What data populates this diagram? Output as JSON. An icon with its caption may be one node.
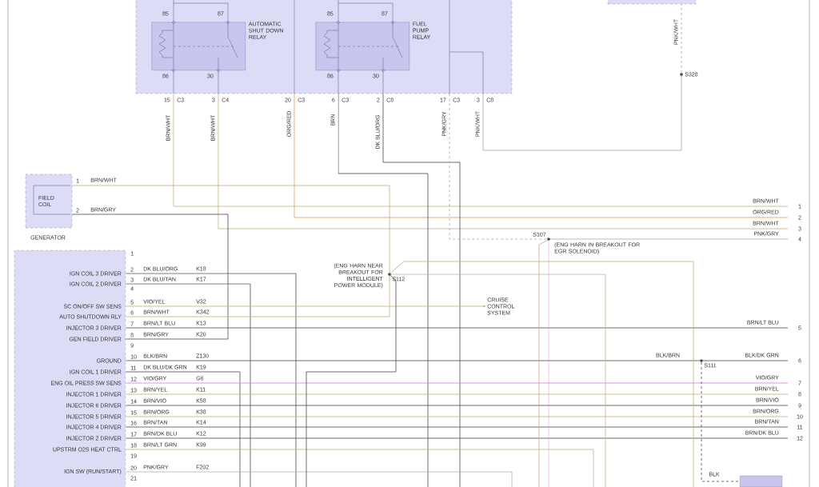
{
  "diagram": {
    "nodes": [
      {
        "text": [],
        "shape": "box"
      },
      {
        "text": [
          "AUTOMATIC SHUT DOWN RELAY"
        ],
        "in": 0
      },
      {
        "text": [
          "FUEL PUMP RELAY"
        ],
        "in": 0
      },
      {
        "text": [],
        "shape": "box"
      },
      {
        "text": [
          "S328"
        ]
      },
      {
        "text": [
          "FIELD COIL",
          "GENERATOR"
        ]
      },
      {
        "text": [
          "IGN COIL 3 DRIVER",
          "IGN COIL 2 DRIVER",
          "SC ON/OFF SW SENS",
          "AUTO SHUTDOWN RLY",
          "INJECTOR 3 DRIVER",
          "GEN FIELD DRIVER",
          "GROUND",
          "IGN COIL 1 DRIVER",
          "ENG OIL PRESS SW SENS",
          "INJECTOR 1 DRIVER",
          "INJECTOR 6 DRIVER",
          "INJECTOR 5 DRIVER",
          "INJECTOR 4 DRIVER",
          "INJECTOR 2 DRIVER",
          "UPSTRM O2S HEAT CTRL",
          "IGN SW (RUN/START)"
        ]
      },
      {
        "text": [
          "S112"
        ],
        "beside": [
          "(ENG HARN NEAR BREAKOUT FOR INTELLIGENT POWER MODULE)"
        ]
      },
      {
        "text": [
          "S107"
        ],
        "beside": [
          "(ENG HARN IN BREAKOUT FOR EGR SOLENOID)"
        ]
      },
      {
        "text": [
          "CRUISE CONTROL SYSTEM"
        ]
      },
      {
        "text": [
          "S111"
        ]
      },
      {
        "text": [],
        "shape": "box"
      }
    ],
    "edges": [
      {
        "from": 0,
        "to": null,
        "arrow": "none",
        "color": "#bfae7f"
      },
      {
        "from": 0,
        "to": null,
        "arrow": "none",
        "color": "#bfae7f"
      },
      {
        "from": 0,
        "to": null,
        "arrow": "none",
        "color": "#d99a55"
      },
      {
        "from": 0,
        "to": null,
        "arrow": "none"
      },
      {
        "from": 0,
        "to": null,
        "arrow": "none"
      },
      {
        "from": 0,
        "to": 8,
        "arrow": "none",
        "style": "dashed",
        "color": "#a8a8a8"
      },
      {
        "from": 8,
        "to": null,
        "arrow": "none",
        "color": "#a8a8a8"
      },
      {
        "from": 0,
        "to": 4,
        "arrow": "none",
        "color": "#a8a8a8"
      },
      {
        "from": 4,
        "to": 3,
        "arrow": "none",
        "style": "dashed",
        "color": "#a8a8a8"
      },
      {
        "from": 5,
        "to": 7,
        "arrow": "none",
        "color": "#bfae7f"
      },
      {
        "from": 5,
        "to": 6,
        "arrow": "none"
      },
      {
        "from": 6,
        "to": null,
        "arrow": "none"
      },
      {
        "from": 6,
        "to": null,
        "arrow": "none"
      },
      {
        "from": 6,
        "to": 9,
        "arrow": "to",
        "color": "#bfae7f"
      },
      {
        "from": 6,
        "to": 7,
        "arrow": "none",
        "color": "#bfae7f"
      },
      {
        "from": 6,
        "to": null,
        "arrow": "none"
      },
      {
        "from": 6,
        "to": 10,
        "arrow": "none"
      },
      {
        "from": 10,
        "to": null,
        "arrow": "none"
      },
      {
        "from": 6,
        "to": null,
        "arrow": "none"
      },
      {
        "from": 6,
        "to": null,
        "arrow": "none",
        "color": "#d77ad7"
      },
      {
        "from": 6,
        "to": null,
        "arrow": "none",
        "color": "#bfae7f"
      },
      {
        "from": 6,
        "to": null,
        "arrow": "none"
      },
      {
        "from": 6,
        "to": null,
        "arrow": "none",
        "color": "#bfae7f"
      },
      {
        "from": 6,
        "to": null,
        "arrow": "none"
      },
      {
        "from": 6,
        "to": null,
        "arrow": "none"
      },
      {
        "from": 6,
        "to": null,
        "arrow": "none",
        "color": "#bfae7f"
      },
      {
        "from": 6,
        "to": null,
        "arrow": "none",
        "color": "#a8a8a8"
      },
      {
        "from": 10,
        "to": 11,
        "arrow": "none",
        "style": "dashed"
      },
      {
        "from": 7,
        "to": null,
        "arrow": "none"
      },
      {
        "from": 7,
        "to": null,
        "arrow": "none",
        "color": "#bfae7f"
      },
      {
        "from": 7,
        "to": null,
        "arrow": "none",
        "color": "#bfae7f"
      },
      {
        "from": 8,
        "to": null,
        "arrow": "none",
        "color": "#bfae7f"
      },
      {
        "from": 8,
        "to": null,
        "arrow": "none",
        "color": "#d77ad7"
      }
    ],
    "labels": [
      "85",
      "87",
      "86",
      "30",
      "85",
      "87",
      "86",
      "30",
      "15",
      "C3",
      "3",
      "C4",
      "20",
      "C3",
      "6",
      "C3",
      "2",
      "C8",
      "17",
      "C3",
      "3",
      "C8",
      "BRN/WHT",
      "BRN/WHT",
      "ORG/RED",
      "BRN",
      "DK BLU/ORG",
      "PNK/GRY",
      "PNK/WHT",
      "PNK/WHT",
      "1",
      "BRN/WHT",
      "2",
      "BRN/GRY",
      "BRN/WHT",
      "1",
      "ORG/RED",
      "2",
      "BRN/WHT",
      "3",
      "PNK/GRY",
      "4",
      "1",
      "2",
      "DK BLU/ORG",
      "K18",
      "3",
      "DK BLU/TAN",
      "K17",
      "4",
      "5",
      "VIO/YEL",
      "V32",
      "6",
      "BRN/WHT",
      "K342",
      "7",
      "BRN/LT BLU",
      "K13",
      "8",
      "BRN/GRY",
      "K20",
      "9",
      "10",
      "BLK/BRN",
      "Z130",
      "11",
      "DK BLU/DK GRN",
      "K19",
      "12",
      "VIO/GRY",
      "G6",
      "13",
      "BRN/YEL",
      "K11",
      "14",
      "BRN/VIO",
      "K58",
      "15",
      "BRN/ORG",
      "K38",
      "16",
      "BRN/TAN",
      "K14",
      "17",
      "BRN/DK BLU",
      "K12",
      "18",
      "BRN/LT GRN",
      "K99",
      "19",
      "20",
      "PNK/GRY",
      "F202",
      "21",
      "BRN/LT BLU",
      "5",
      "BLK/BRN",
      "BLK/DK GRN",
      "6",
      "VIO/GRY",
      "7",
      "BRN/YEL",
      "8",
      "BRN/VIO",
      "9",
      "BRN/ORG",
      "10",
      "BRN/TAN",
      "11",
      "BRN/DK BLU",
      "12",
      "BLK"
    ]
  }
}
